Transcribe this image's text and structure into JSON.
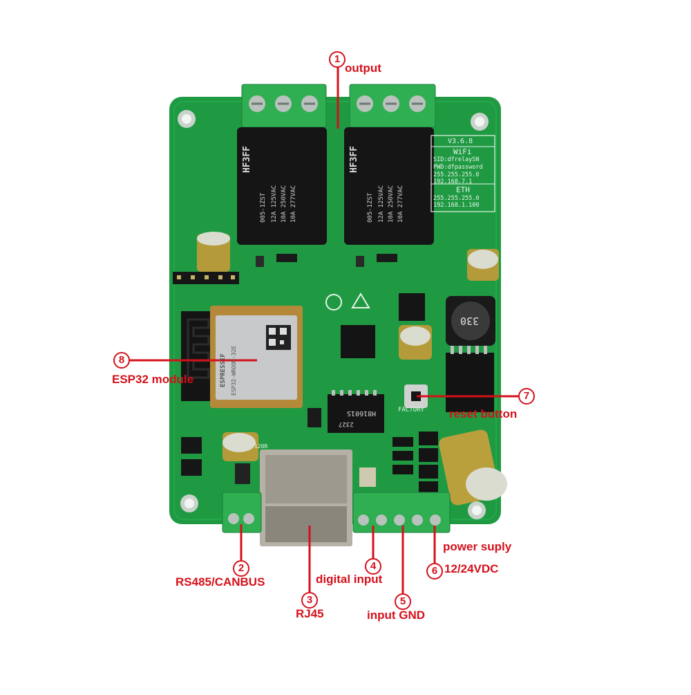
{
  "callouts": [
    {
      "id": "output",
      "number": "1",
      "label": "output"
    },
    {
      "id": "rs485",
      "number": "2",
      "label": "RS485/CANBUS"
    },
    {
      "id": "rj45",
      "number": "3",
      "label": "RJ45"
    },
    {
      "id": "digital-input",
      "number": "4",
      "label": "digital input"
    },
    {
      "id": "input-gnd",
      "number": "5",
      "label": "input GND"
    },
    {
      "id": "power",
      "number": "6",
      "label": "12/24VDC",
      "label2": "power suply"
    },
    {
      "id": "reset",
      "number": "7",
      "label": "reset button"
    },
    {
      "id": "esp32",
      "number": "8",
      "label": "ESP32 module"
    }
  ],
  "board": {
    "version": "V3.6.8",
    "wifi_title": "WiFi",
    "sid": "SID:dfrelaySN",
    "pwd": "PWD:dfpassword",
    "wifi_mask": "255.255.255.0",
    "wifi_ip": "192.168.7.1",
    "eth_title": "ETH",
    "eth_mask": "255.255.255.0",
    "eth_ip": "192.168.1.100",
    "relay_brand": "HF3FF",
    "relay_model": "005-1ZST",
    "relay_specs": [
      "12A 125VAC",
      "10A 250VAC",
      "10A 277VAC"
    ],
    "esp_brand": "ESPRESSIF",
    "esp_model": "ESP32-WROOM-32E",
    "transformer_text": "H81601S",
    "transformer_code": "2327",
    "inductor_text": "330",
    "factory_label": "FACTORY",
    "resistor_label": "120R"
  },
  "colors": {
    "pcb": "#1f9a43",
    "accent": "#d4101a",
    "terminal": "#2fae52"
  }
}
